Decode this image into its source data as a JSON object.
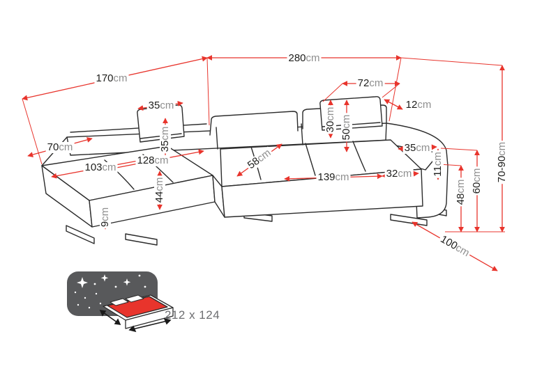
{
  "diagram": {
    "type": "corner-sofa-dimension-drawing",
    "colors": {
      "dimension_red": "#e8342c",
      "outline_black": "#2b2b2b",
      "unit_gray": "#8f8f8f",
      "icon_background_gray": "#58595b",
      "mattress_red": "#e8342c",
      "size_text_gray": "#6d6e71"
    }
  },
  "dimensions": {
    "d170": {
      "value": "170",
      "unit": "cm"
    },
    "d280": {
      "value": "280",
      "unit": "cm"
    },
    "d72": {
      "value": "72",
      "unit": "cm"
    },
    "d12": {
      "value": "12",
      "unit": "cm"
    },
    "d35_pillow": {
      "value": "35",
      "unit": "cm"
    },
    "d30": {
      "value": "30",
      "unit": "cm"
    },
    "d50": {
      "value": "50",
      "unit": "cm"
    },
    "d70": {
      "value": "70",
      "unit": "cm"
    },
    "d103": {
      "value": "103",
      "unit": "cm"
    },
    "d128": {
      "value": "128",
      "unit": "cm"
    },
    "d35_back": {
      "value": "35",
      "unit": "cm"
    },
    "d58": {
      "value": "58",
      "unit": "cm"
    },
    "d35_arm": {
      "value": "35",
      "unit": "cm"
    },
    "d11": {
      "value": "11",
      "unit": "cm"
    },
    "d139": {
      "value": "139",
      "unit": "cm"
    },
    "d32": {
      "value": "32",
      "unit": "cm"
    },
    "d44": {
      "value": "44",
      "unit": "cm"
    },
    "d48": {
      "value": "48",
      "unit": "cm"
    },
    "d60": {
      "value": "60",
      "unit": "cm"
    },
    "d70_90": {
      "value": "70-90",
      "unit": "cm"
    },
    "d9": {
      "value": "9",
      "unit": "cm"
    },
    "d100": {
      "value": "100",
      "unit": "cm"
    }
  },
  "sleeping_area": {
    "label": "212 x 124",
    "icon": "sofa-bed-night-icon"
  }
}
